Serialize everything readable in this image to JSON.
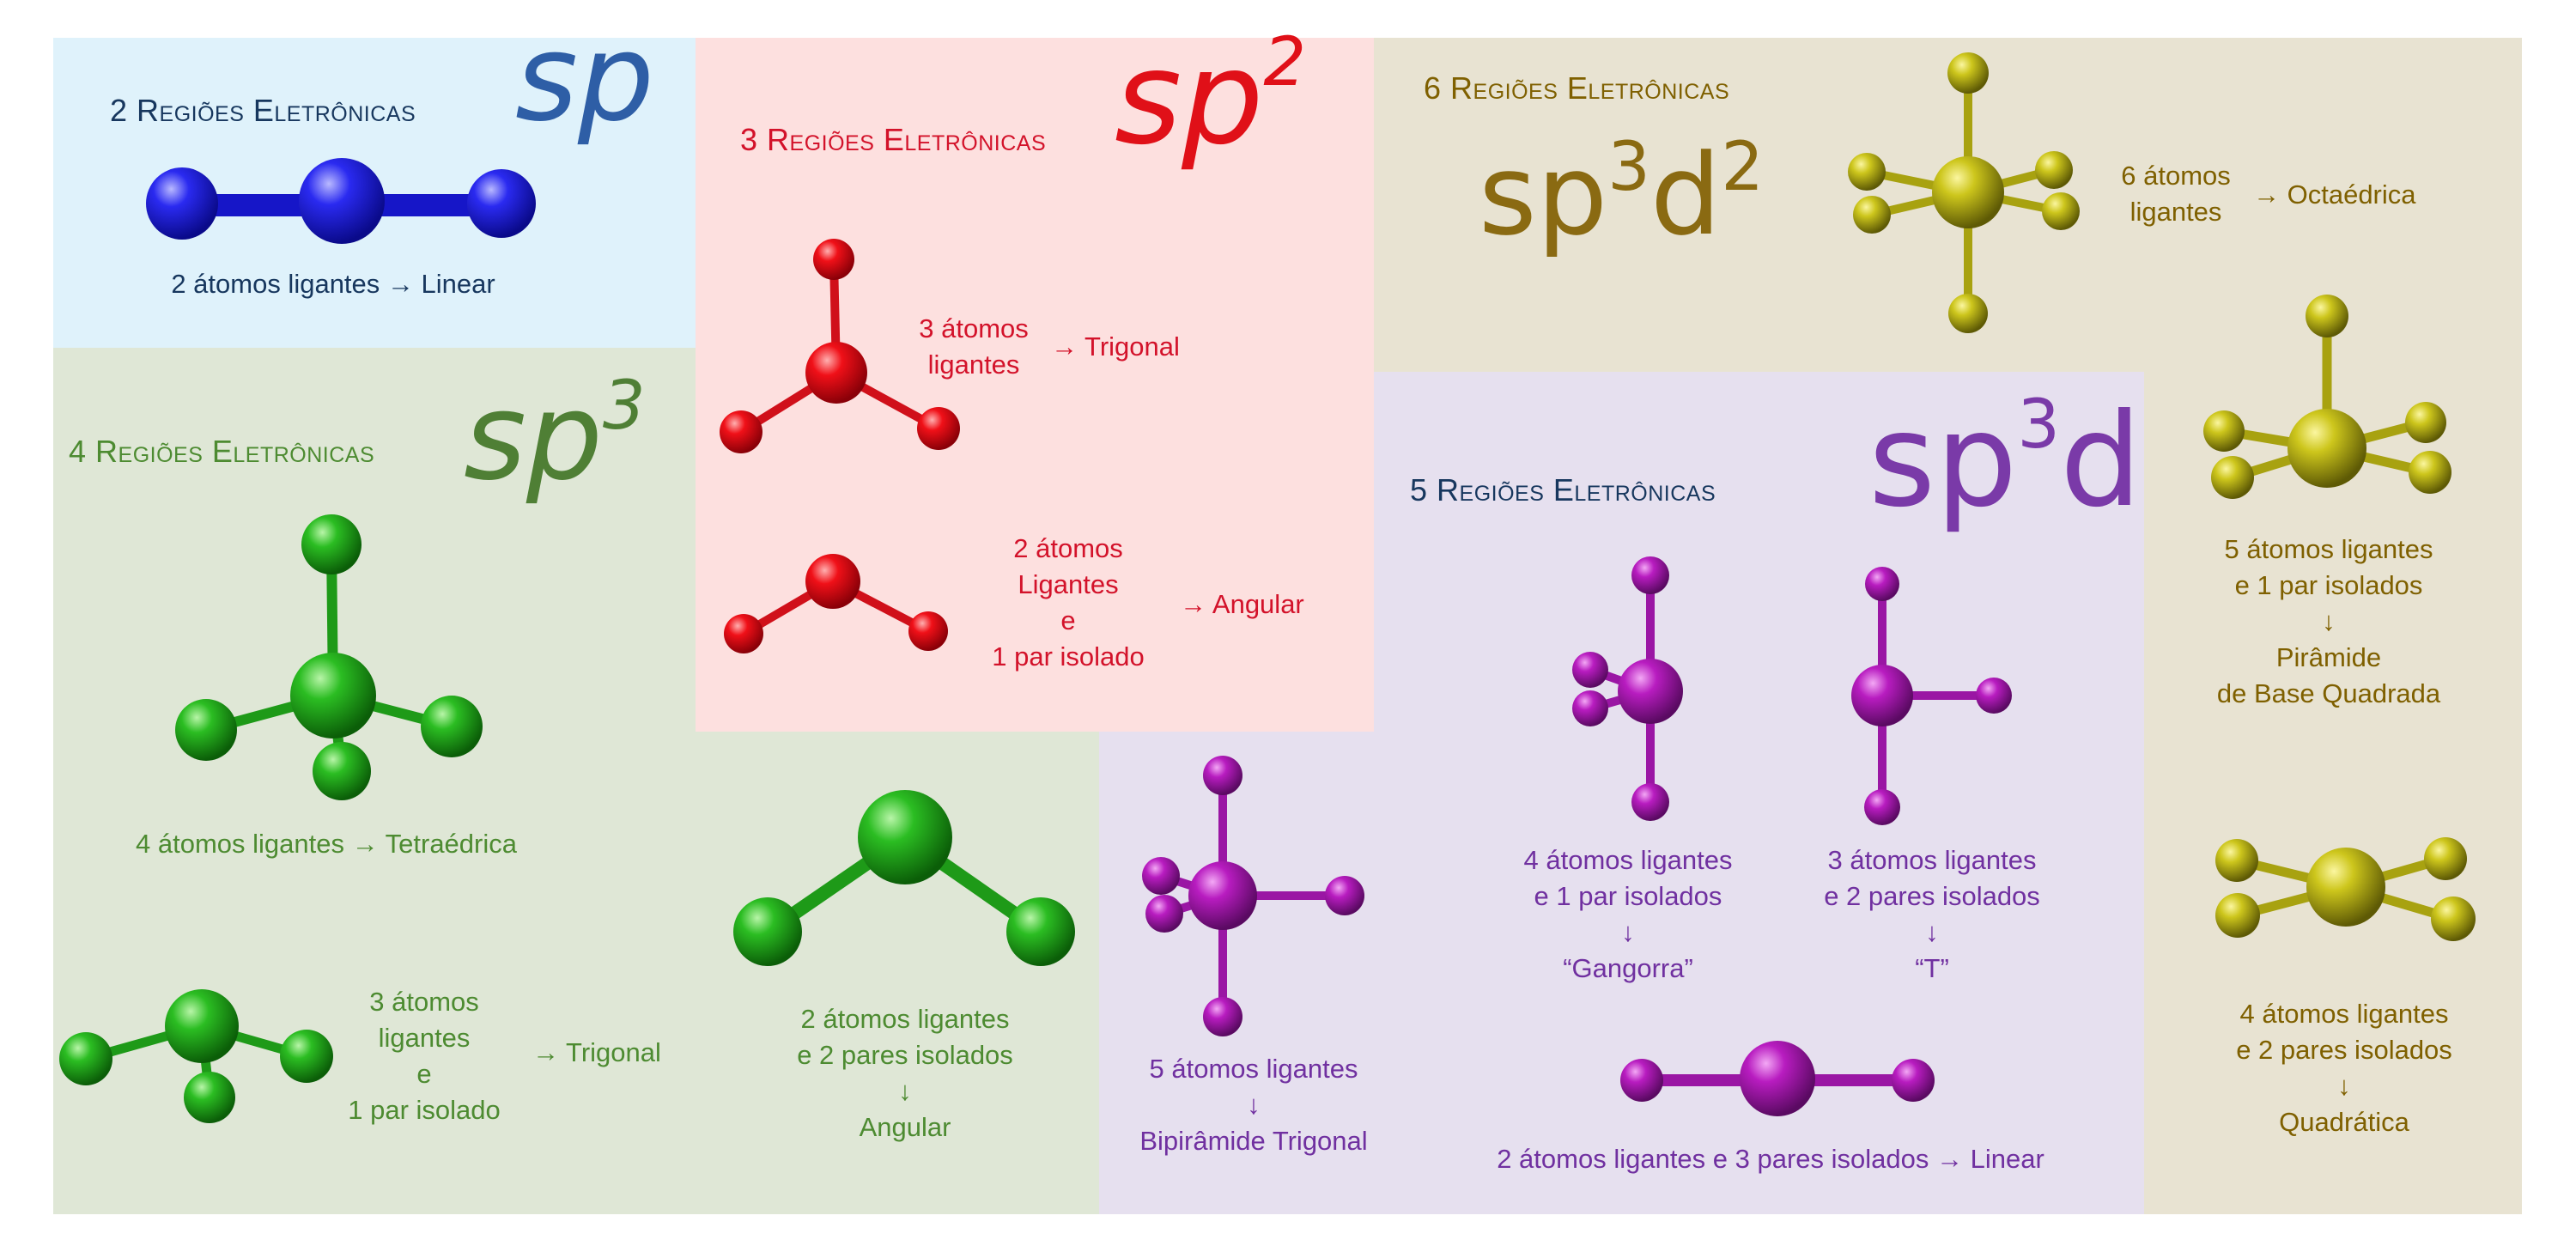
{
  "colors": {
    "sp_bg": "#dff2fb",
    "sp_atom": "#1e1ee0",
    "sp_text": "#17375e",
    "sp_hyb": "#2e5ea6",
    "sp2_bg": "#fde0df",
    "sp2_atom": "#e0101a",
    "sp2_text": "#d3122a",
    "sp3_bg": "#dfe7d6",
    "sp3_atom": "#22a51c",
    "sp3_text": "#4d8b31",
    "sp3_hyb": "#4f7f35",
    "sp3d_bg": "#e6e0ef",
    "sp3d_atom": "#b01bb8",
    "sp3d_text": "#7030a0",
    "sp3d_hyb": "#7a3aa8",
    "sp3d_head": "#17375e",
    "sp3d2_bg": "#e8e3d2",
    "sp3d2_atom": "#c7c21a",
    "sp3d2_text": "#7f6000",
    "sp3d2_hyb": "#8a6a12"
  },
  "sp": {
    "heading": "2 Regiões Eletrônicas",
    "hybrid": "sp",
    "caption": "2 átomos ligantes → Linear"
  },
  "sp2": {
    "heading": "3 Regiões Eletrônicas",
    "hybrid": "sp",
    "hybrid_sup": "2",
    "trigonal_line1": "3 átomos",
    "trigonal_line2": "ligantes",
    "trigonal_arrow": "→ Trigonal",
    "angular_line1": "2 átomos",
    "angular_line2": "Ligantes",
    "angular_line3": "e",
    "angular_line4": "1 par isolado",
    "angular_arrow": "→ Angular"
  },
  "sp3": {
    "heading": "4 Regiões Eletrônicas",
    "hybrid": "sp",
    "hybrid_sup": "3",
    "tetra_caption": "4 átomos ligantes → Tetraédrica",
    "trig_line1": "3 átomos",
    "trig_line2": "ligantes",
    "trig_line3": "e",
    "trig_line4": "1 par isolado",
    "trig_arrow": "→ Trigonal",
    "ang_line1": "2 átomos ligantes",
    "ang_line2": "e 2 pares isolados",
    "ang_line3": "↓",
    "ang_line4": "Angular"
  },
  "sp3d": {
    "heading": "5 Regiões Eletrônicas",
    "hybrid": "sp",
    "hybrid_sup": "3",
    "hybrid_tail": "d",
    "bipy_line1": "5 átomos ligantes",
    "bipy_line2": "↓",
    "bipy_line3": "Bipirâmide Trigonal",
    "seesaw_line1": "4 átomos ligantes",
    "seesaw_line2": "e 1 par isolados",
    "seesaw_line3": "↓",
    "seesaw_line4": "“Gangorra”",
    "tshape_line1": "3 átomos ligantes",
    "tshape_line2": "e 2 pares isolados",
    "tshape_line3": "↓",
    "tshape_line4": "“T”",
    "linear_caption": "2 átomos ligantes e 3 pares isolados → Linear"
  },
  "sp3d2": {
    "heading": "6 Regiões Eletrônicas",
    "hybrid": "sp",
    "hybrid_sup": "3",
    "hybrid_tail": "d",
    "hybrid_sup2": "2",
    "octa_line1": "6 átomos",
    "octa_line2": "ligantes",
    "octa_arrow": "→ Octaédrica",
    "sqpy_line1": "5 átomos ligantes",
    "sqpy_line2": "e 1 par isolados",
    "sqpy_line3": "↓",
    "sqpy_line4": "Pirâmide",
    "sqpy_line5": "de Base Quadrada",
    "sqpl_line1": "4 átomos ligantes",
    "sqpl_line2": "e 2 pares isolados",
    "sqpl_line3": "↓",
    "sqpl_line4": "Quadrática"
  }
}
